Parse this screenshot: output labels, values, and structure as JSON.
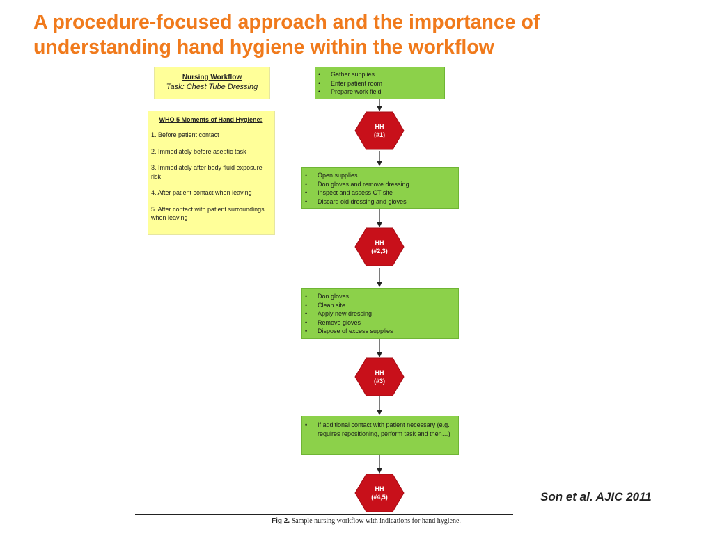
{
  "title": {
    "line1": "A procedure-focused approach and the importance of",
    "line2": "understanding hand hygiene within the workflow"
  },
  "workflow_box": {
    "heading": "Nursing Workflow",
    "task": "Task: Chest Tube Dressing"
  },
  "who_box": {
    "heading": "WHO 5 Moments of Hand Hygiene:",
    "moments": [
      "1. Before patient contact",
      "2. Immediately before aseptic task",
      "3. Immediately after body fluid exposure risk",
      "4. After patient contact when leaving",
      "5. After contact with patient surroundings when leaving"
    ]
  },
  "steps": [
    [
      "Gather supplies",
      "Enter patient room",
      "Prepare work field"
    ],
    [
      "Open supplies",
      "Don gloves and remove dressing",
      "Inspect and assess CT site",
      "Discard old dressing and gloves"
    ],
    [
      "Don gloves",
      "Clean site",
      "Apply new dressing",
      "Remove gloves",
      "Dispose of excess supplies"
    ],
    [
      "If additional contact with patient necessary (e.g. requires repositioning, perform task and then…)"
    ]
  ],
  "hand_hygiene": [
    {
      "label": "HH",
      "moments": "(#1)"
    },
    {
      "label": "HH",
      "moments": "(#2,3)"
    },
    {
      "label": "HH",
      "moments": "(#3)"
    },
    {
      "label": "HH",
      "moments": "(#4,5)"
    }
  ],
  "colors": {
    "title": "#f07a1c",
    "note_box": "#ffff99",
    "step_box": "#8cd14a",
    "hex": "#c8101a"
  },
  "citation": "Son et al. AJIC 2011",
  "caption": {
    "fig": "Fig 2.",
    "text": "Sample nursing workflow with indications for hand hygiene."
  }
}
